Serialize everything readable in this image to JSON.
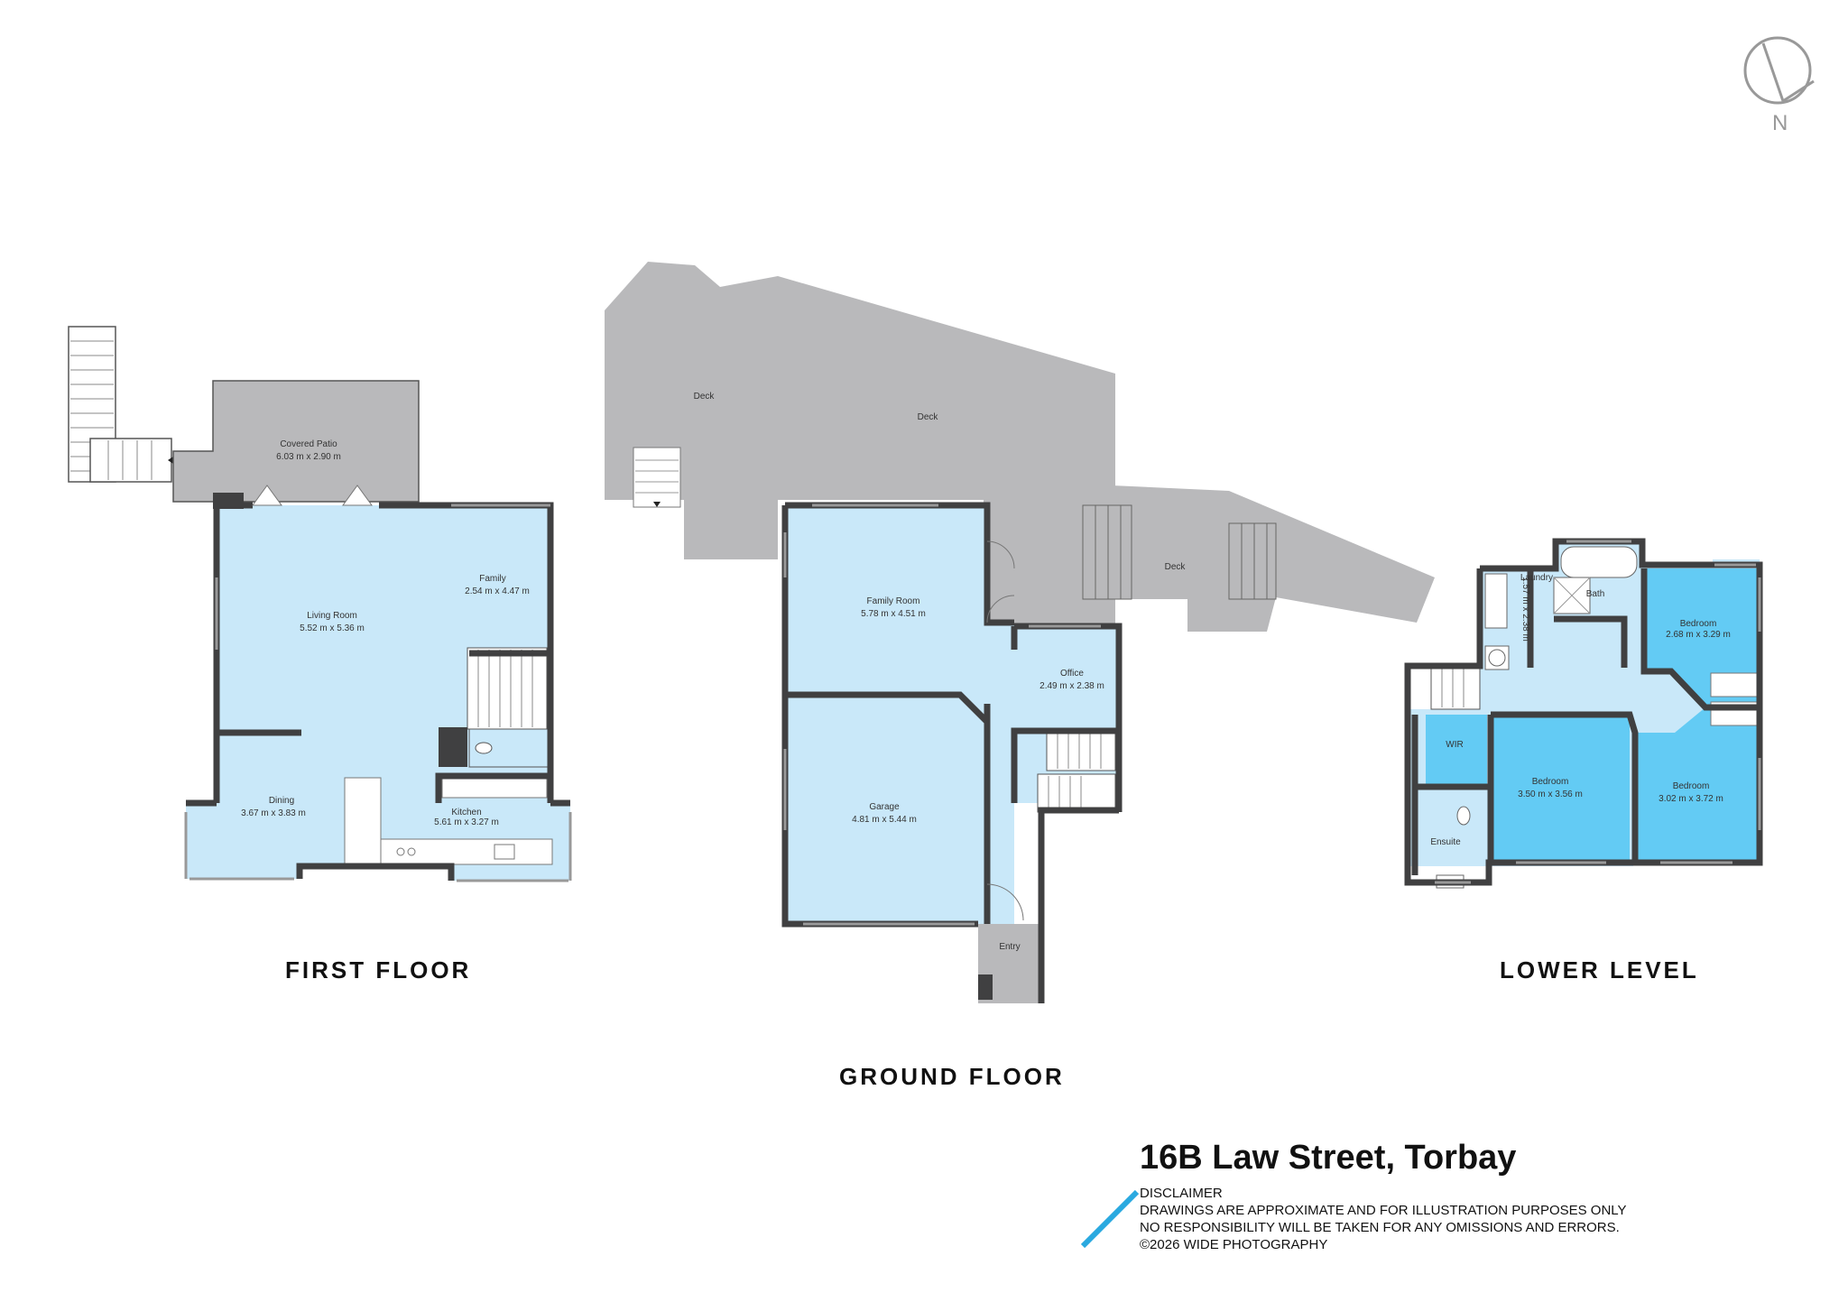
{
  "floors": {
    "first_floor": "FIRST FLOOR",
    "ground_floor": "GROUND FLOOR",
    "lower_level": "LOWER LEVEL"
  },
  "rooms": {
    "covered_patio": {
      "name": "Covered Patio",
      "size": "6.03 m x 2.90 m"
    },
    "family": {
      "name": "Family",
      "size": "2.54 m x 4.47 m"
    },
    "living_room": {
      "name": "Living Room",
      "size": "5.52 m x 5.36 m"
    },
    "dining": {
      "name": "Dining",
      "size": "3.67 m x 3.83 m"
    },
    "kitchen": {
      "name": "Kitchen",
      "size": "5.61 m x 3.27 m"
    },
    "deck_left": {
      "name": "Deck"
    },
    "deck_main": {
      "name": "Deck"
    },
    "deck_right": {
      "name": "Deck"
    },
    "family_room": {
      "name": "Family Room",
      "size": "5.78 m x 4.51 m"
    },
    "office": {
      "name": "Office",
      "size": "2.49 m x 2.38 m"
    },
    "garage": {
      "name": "Garage",
      "size": "4.81 m x 5.44 m"
    },
    "entry": {
      "name": "Entry"
    },
    "laundry": {
      "name": "Laundry",
      "size": "1.57 m x 2.38 m"
    },
    "bath": {
      "name": "Bath"
    },
    "bedroom_1": {
      "name": "Bedroom",
      "size": "2.68 m x 3.29 m"
    },
    "wir": {
      "name": "WIR"
    },
    "bedroom_2": {
      "name": "Bedroom",
      "size": "3.50 m x 3.56 m"
    },
    "bedroom_3": {
      "name": "Bedroom",
      "size": "3.02 m x 3.72 m"
    },
    "ensuite": {
      "name": "Ensuite"
    }
  },
  "address": "16B Law Street, Torbay",
  "disclaimer": [
    "DISCLAIMER",
    "DRAWINGS ARE APPROXIMATE AND FOR ILLUSTRATION PURPOSES ONLY",
    "NO RESPONSIBILITY WILL BE TAKEN FOR ANY OMISSIONS AND ERRORS.",
    "©2026 WIDE PHOTOGRAPHY"
  ],
  "compass": {
    "label": "N",
    "icon": "north-arrow-icon"
  },
  "colors": {
    "room_light": "#c9e8f9",
    "room_bright": "#63cbf4",
    "outdoor": "#b9b9bb",
    "wall": "#404041",
    "accent": "#2aa9e0"
  }
}
